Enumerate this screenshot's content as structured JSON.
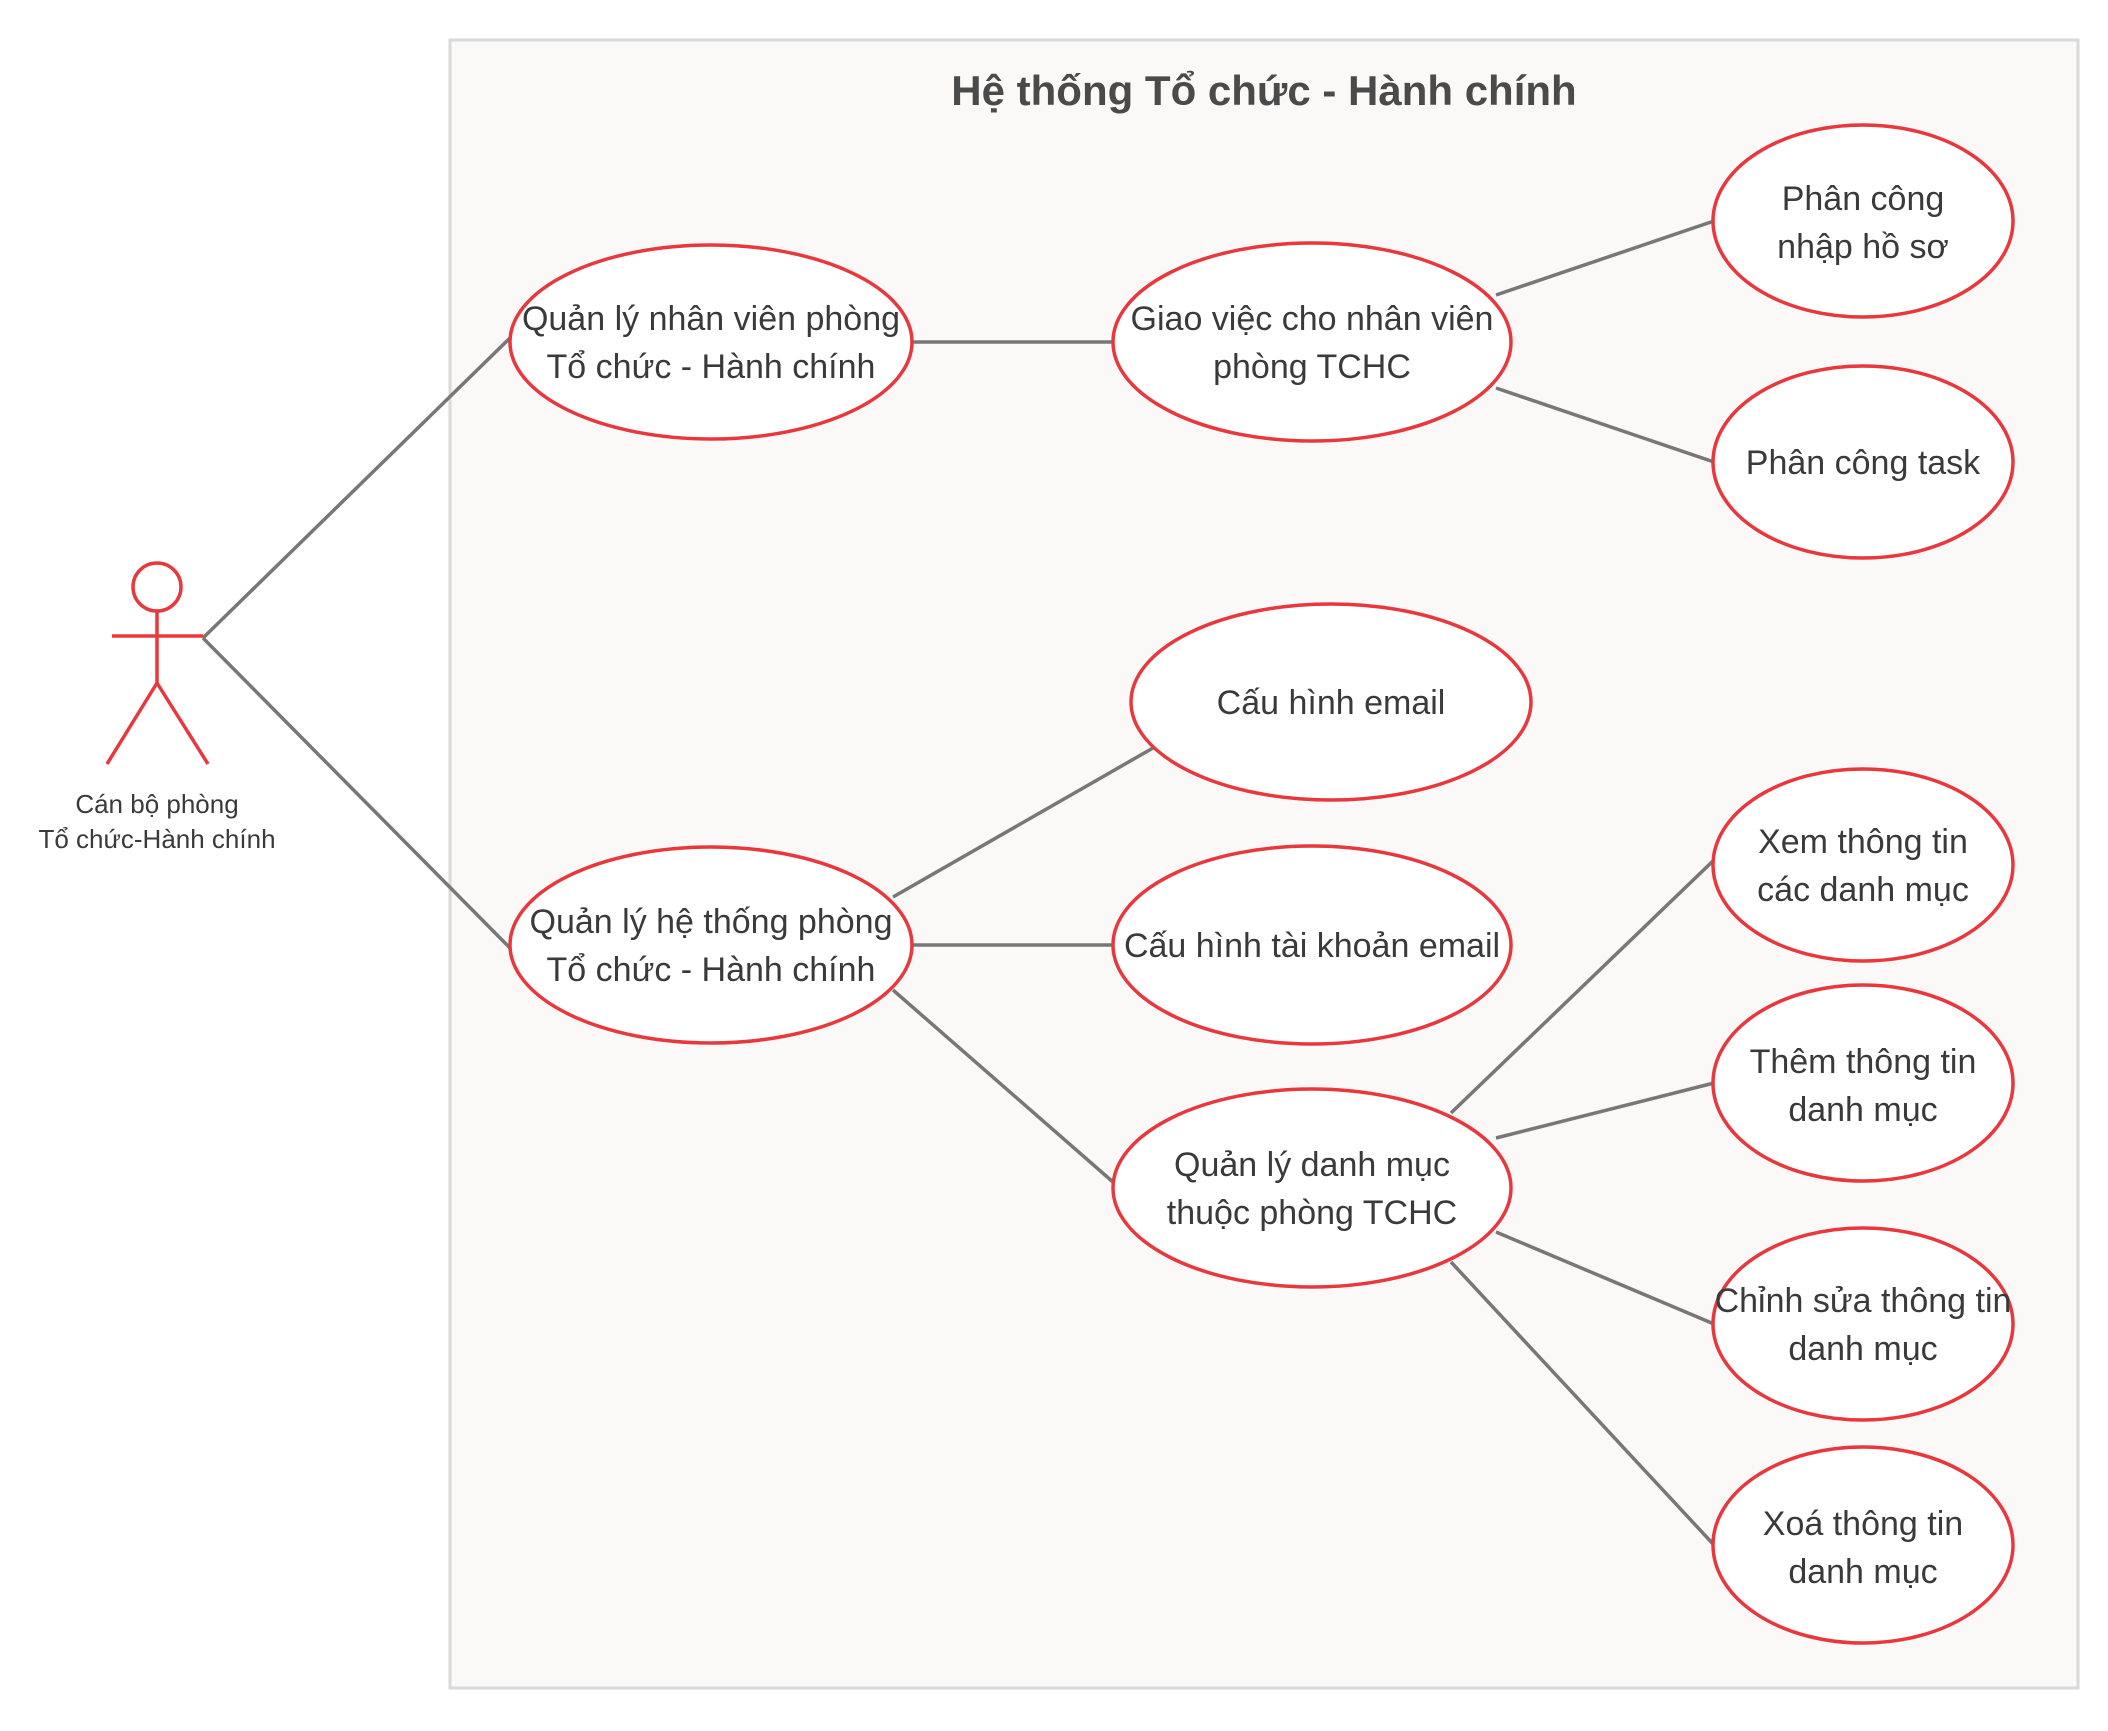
{
  "system_title": "Hệ thống Tổ chức - Hành chính",
  "actor": {
    "line1": "Cán bộ phòng",
    "line2": "Tổ chức-Hành chính"
  },
  "use_cases": {
    "qlnv": {
      "line1": "Quản lý nhân viên phòng",
      "line2": "Tổ  chức - Hành chính"
    },
    "giaoviec": {
      "line1": "Giao việc cho nhân viên",
      "line2": "phòng TCHC"
    },
    "pc_nhaphoso": {
      "line1": "Phân công",
      "line2": "nhập hồ sơ"
    },
    "pc_task": {
      "line1": "Phân công task"
    },
    "qlht": {
      "line1": "Quản lý hệ thống phòng",
      "line2": "Tổ  chức - Hành chính"
    },
    "ch_email": {
      "line1": "Cấu hình email"
    },
    "ch_tk_email": {
      "line1": "Cấu hình tài khoản email"
    },
    "qldm": {
      "line1": "Quản lý danh mục",
      "line2": "thuộc phòng TCHC"
    },
    "xem_dm": {
      "line1": "Xem thông tin",
      "line2": "các danh mục"
    },
    "them_dm": {
      "line1": "Thêm thông tin",
      "line2": "danh mục"
    },
    "sua_dm": {
      "line1": "Chỉnh sửa thông tin",
      "line2": "danh mục"
    },
    "xoa_dm": {
      "line1": "Xoá thông tin",
      "line2": "danh mục"
    }
  },
  "colors": {
    "usecase_stroke": "#e8383d",
    "line": "#777777",
    "boundary_fill": "#faf9f7",
    "boundary_stroke": "#d9d9d9"
  }
}
